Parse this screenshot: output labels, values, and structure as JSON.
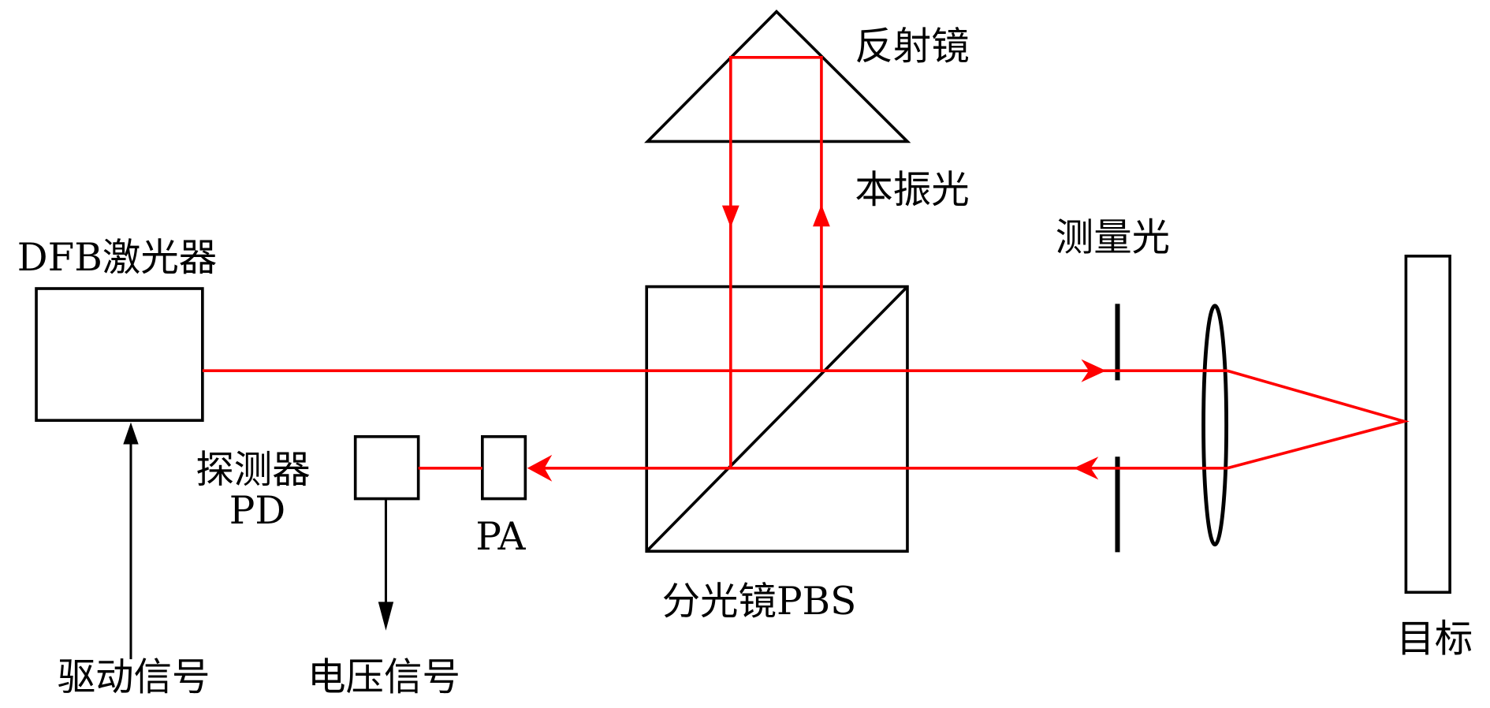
{
  "labels": {
    "reflector": "反射镜",
    "local_oscillator": "本振光",
    "measurement_light": "测量光",
    "laser": "DFB激光器",
    "detector": "探测器",
    "detector_abbr": "PD",
    "pa": "PA",
    "beam_splitter": "分光镜PBS",
    "target": "目标",
    "drive_signal": "驱动信号",
    "voltage_signal": "电压信号"
  },
  "colors": {
    "beam": "#ff0000",
    "line": "#000000"
  }
}
